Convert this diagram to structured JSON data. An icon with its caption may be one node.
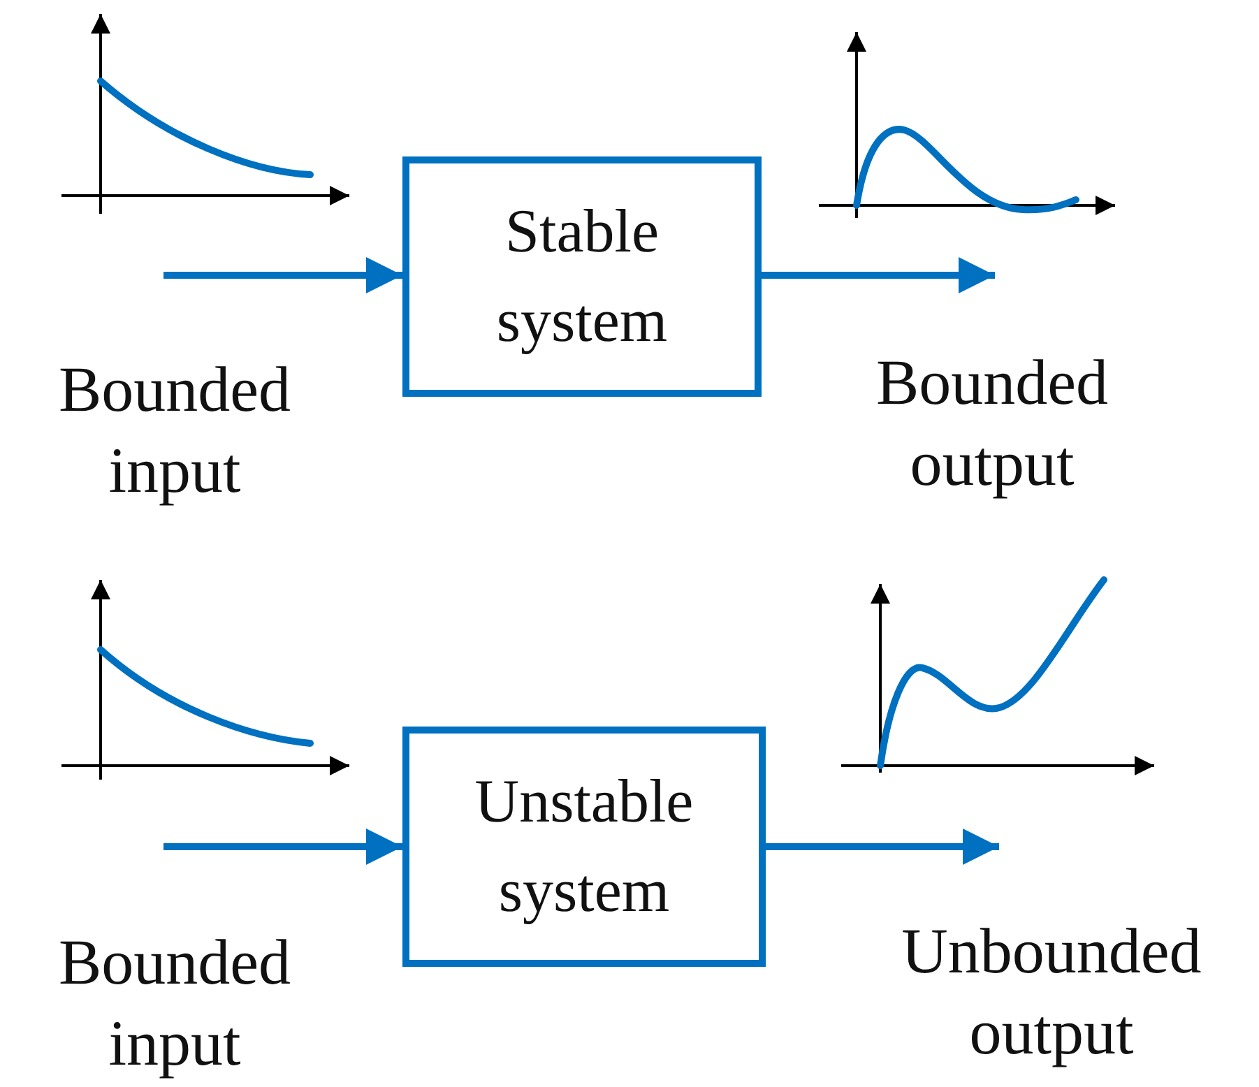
{
  "diagram": {
    "nodes": [
      {
        "text": [],
        "shape": "picture"
      },
      {
        "text": [],
        "shape": "picture"
      },
      {
        "text": [
          "Stable system"
        ]
      },
      {
        "text": [],
        "shape": "picture"
      },
      {
        "text": [],
        "shape": "picture"
      },
      {
        "text": [
          "Unstable system"
        ]
      }
    ],
    "edges": [
      {
        "from": null,
        "to": 2,
        "arrow": "to"
      },
      {
        "from": 2,
        "to": null,
        "arrow": "to"
      },
      {
        "from": null,
        "to": 5,
        "arrow": "to"
      },
      {
        "from": 5,
        "to": null,
        "arrow": "to"
      }
    ],
    "labels": [
      "Bounded input",
      "Bounded output",
      "Bounded input",
      "Unbounded output"
    ]
  }
}
